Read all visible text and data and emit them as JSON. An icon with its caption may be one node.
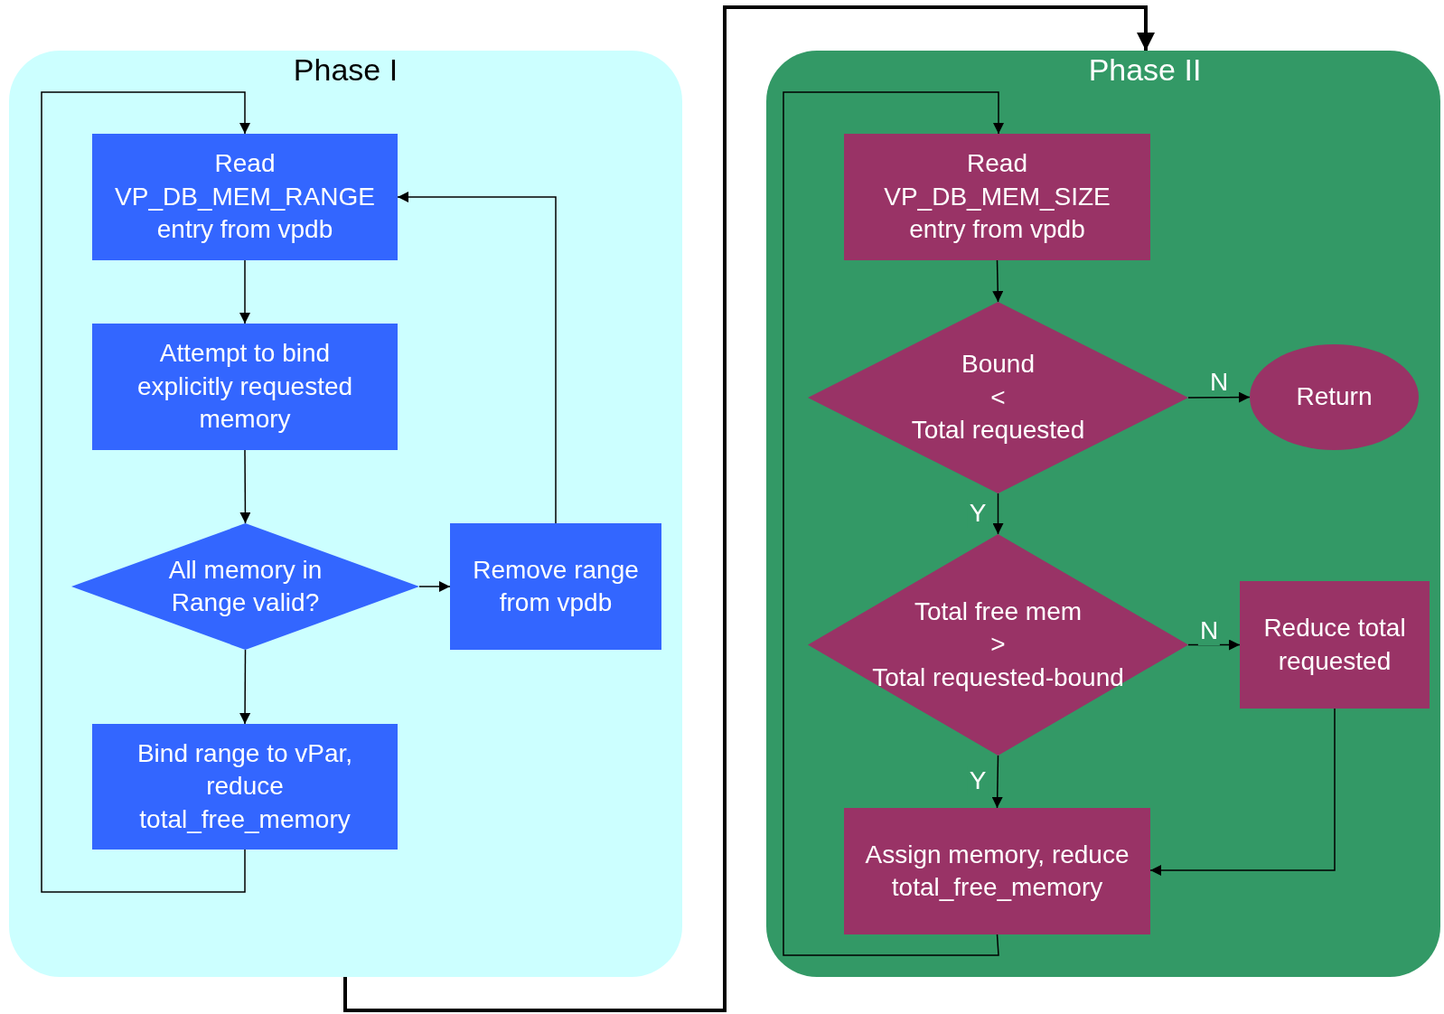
{
  "diagram": {
    "nodes": [
      {
        "text": [
          "Phase I"
        ]
      },
      {
        "text": [
          "Read VP_DB_MEM_RANGE entry from vpdb"
        ],
        "in": 0
      },
      {
        "text": [
          "Attempt to bind explicitly requested memory"
        ],
        "in": 0
      },
      {
        "text": [
          "All memory in Range valid?"
        ],
        "in": 0
      },
      {
        "text": [
          "Remove range from vpdb"
        ],
        "in": 0
      },
      {
        "text": [
          "Bind range to vPar, reduce total_free_memory"
        ],
        "in": 0
      },
      {
        "text": [
          "Phase II"
        ]
      },
      {
        "text": [
          "Read VP_DB_MEM_SIZE entry from vpdb"
        ],
        "in": 6
      },
      {
        "text": [
          "Bound",
          "<",
          "Total requested"
        ],
        "in": 6
      },
      {
        "text": [
          "Return"
        ],
        "in": 6
      },
      {
        "text": [
          "Total free mem",
          ">",
          "Total requested-bound"
        ],
        "in": 6
      },
      {
        "text": [
          "Reduce total requested"
        ],
        "in": 6
      },
      {
        "text": [
          "Assign memory, reduce total_free_memory"
        ],
        "in": 6
      }
    ],
    "edges": [
      {
        "from": 1,
        "to": 2,
        "arrow": "to"
      },
      {
        "from": 2,
        "to": 3,
        "arrow": "to"
      },
      {
        "from": 3,
        "to": 4,
        "arrow": "to"
      },
      {
        "from": 4,
        "to": 1,
        "arrow": "to"
      },
      {
        "from": 3,
        "to": 5,
        "arrow": "to"
      },
      {
        "from": 5,
        "to": 1,
        "arrow": "to"
      },
      {
        "from": 0,
        "to": 6,
        "arrow": "to",
        "style": "thick"
      },
      {
        "from": 7,
        "to": 8,
        "arrow": "to"
      },
      {
        "from": 8,
        "to": 9,
        "arrow": "to",
        "label": "N"
      },
      {
        "from": 8,
        "to": 10,
        "arrow": "to",
        "label": "Y"
      },
      {
        "from": 10,
        "to": 11,
        "arrow": "to",
        "label": "N"
      },
      {
        "from": 10,
        "to": 12,
        "arrow": "to",
        "label": "Y"
      },
      {
        "from": 11,
        "to": 12,
        "arrow": "to"
      },
      {
        "from": 12,
        "to": 7,
        "arrow": "to"
      }
    ]
  }
}
